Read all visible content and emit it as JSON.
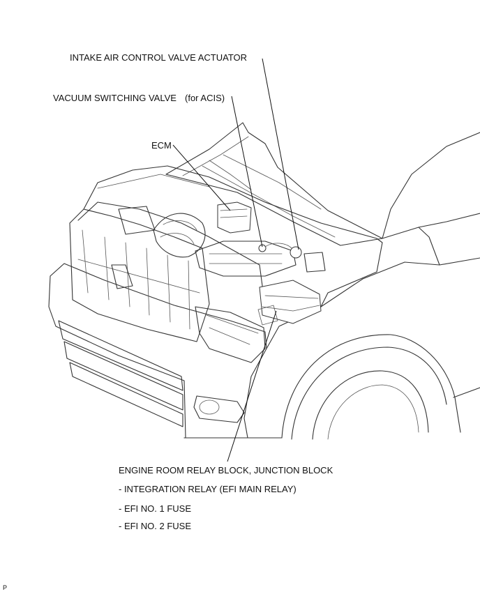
{
  "labels": {
    "intake_air_control_valve_actuator": "INTAKE AIR CONTROL VALVE ACTUATOR",
    "vacuum_switching_valve": "VACUUM SWITCHING  VALVE",
    "for_acis": "(for ACIS)",
    "ecm": "ECM",
    "engine_room_relay_block": "ENGINE ROOM RELAY BLOCK, JUNCTION BLOCK",
    "integration_relay": "- INTEGRATION RELAY (EFI MAIN RELAY)",
    "efi_no1_fuse": "- EFI NO. 1 FUSE",
    "efi_no2_fuse": "- EFI NO. 2 FUSE",
    "corner_mark": "P"
  },
  "colors": {
    "line": "#333333",
    "text": "#111111",
    "background": "#ffffff"
  }
}
